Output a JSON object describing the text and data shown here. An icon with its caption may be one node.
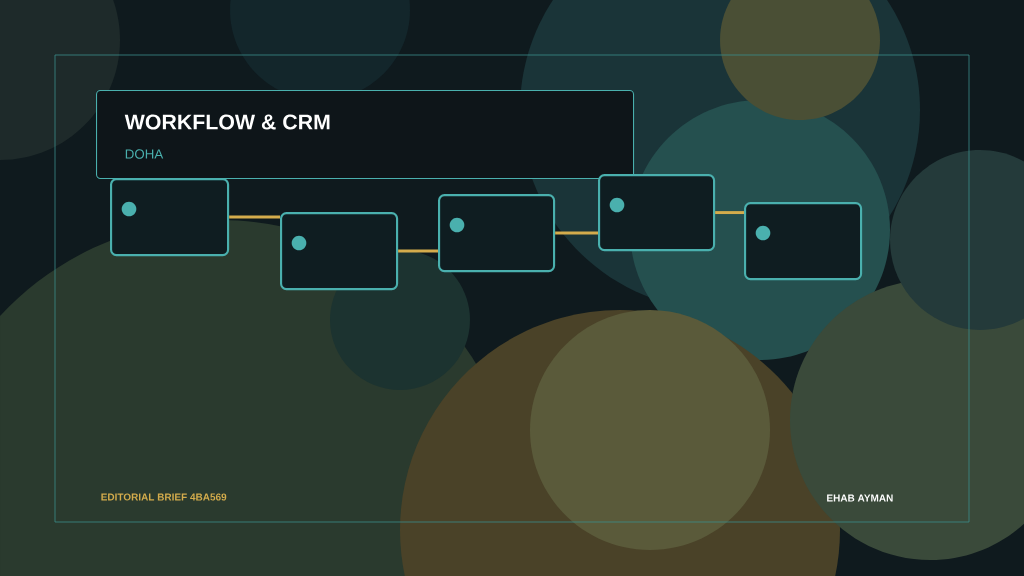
{
  "diagram": {
    "nodes": [
      {
        "text": [
          "WORKFLOW & CRM",
          "DOHA"
        ]
      },
      {
        "text": [],
        "shape": "box"
      },
      {
        "text": [],
        "shape": "box"
      },
      {
        "text": [],
        "shape": "box"
      },
      {
        "text": [],
        "shape": "box"
      },
      {
        "text": [],
        "shape": "box"
      }
    ],
    "edges": [
      {
        "from": 1,
        "to": 2,
        "arrow": "none"
      },
      {
        "from": 2,
        "to": 3,
        "arrow": "none"
      },
      {
        "from": 3,
        "to": 4,
        "arrow": "none"
      },
      {
        "from": 4,
        "to": 5,
        "arrow": "none"
      }
    ],
    "labels": [
      "EDITORIAL BRIEF  4BA569",
      "EHAB AYMAN"
    ]
  }
}
